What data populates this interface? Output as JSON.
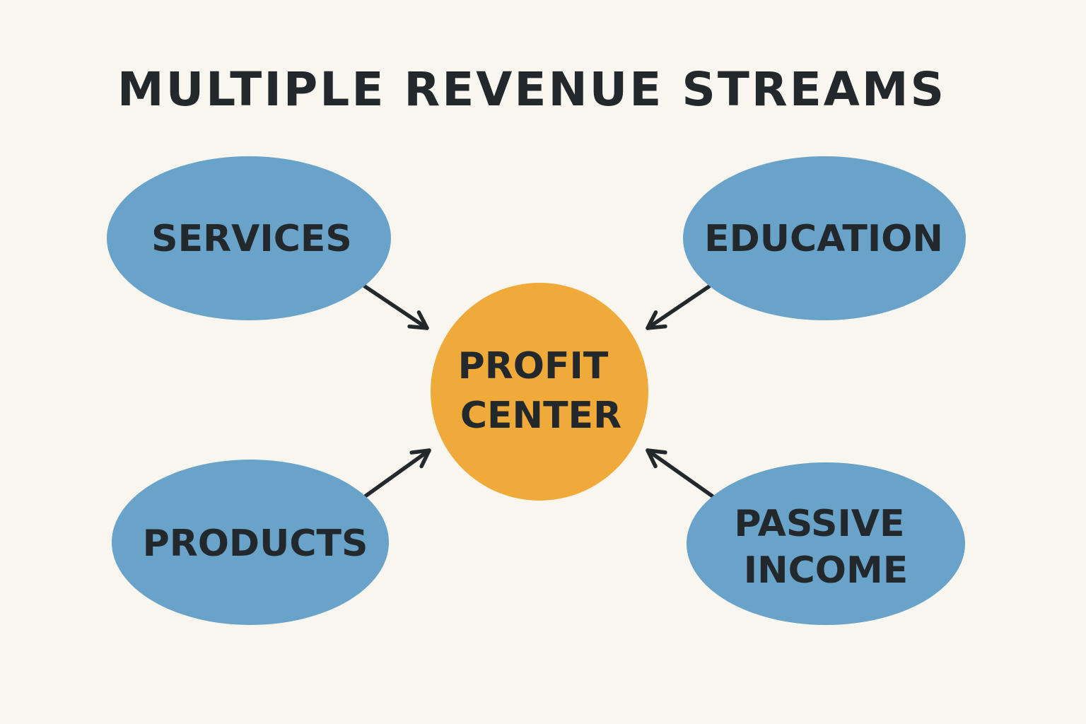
{
  "title": "MULTIPLE REVENUE STREAMS",
  "center": {
    "lines": [
      "PROFIT",
      "CENTER"
    ]
  },
  "sources": [
    {
      "key": "services",
      "lines": [
        "SERVICES"
      ]
    },
    {
      "key": "education",
      "lines": [
        "EDUCATION"
      ]
    },
    {
      "key": "products",
      "lines": [
        "PRODUCTS"
      ]
    },
    {
      "key": "passive-income",
      "lines": [
        "PASSIVE",
        "INCOME"
      ]
    }
  ],
  "edges": [
    {
      "from": "services",
      "to": "center"
    },
    {
      "from": "education",
      "to": "center"
    },
    {
      "from": "products",
      "to": "center"
    },
    {
      "from": "passive-income",
      "to": "center"
    }
  ],
  "colors": {
    "background": "#f9f6f0",
    "source_fill": "#6aa3c9",
    "center_fill": "#f0aa3a",
    "text": "#22282b",
    "arrow": "#22282b"
  }
}
